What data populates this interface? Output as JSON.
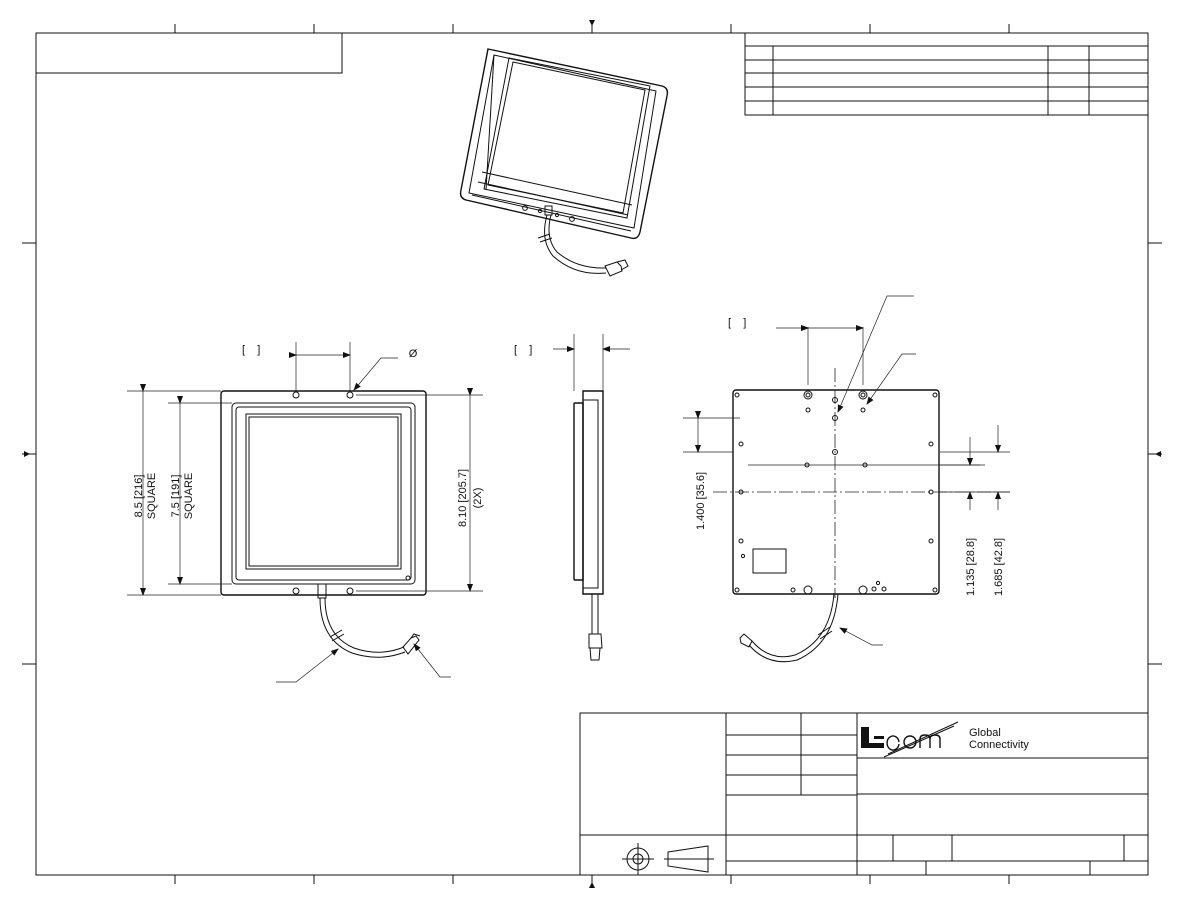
{
  "dimensions": {
    "overall_size": "8.5 [216]",
    "overall_note": "SQUARE",
    "panel_size": "7.5 [191]",
    "panel_note": "SQUARE",
    "hole_spacing": "8.10 [205.7]",
    "hole_spacing_note": "(2X)",
    "hole_symbol": "Ø",
    "rear_offset_1": "1.400 [35.6]",
    "rear_offset_2": "1.135 [28.8]",
    "rear_offset_3": "1.685 [42.8]",
    "bracket_placeholder": "[    ]"
  },
  "branding": {
    "logo_text": "L-com",
    "tagline_line1": "Global",
    "tagline_line2": "Connectivity"
  }
}
